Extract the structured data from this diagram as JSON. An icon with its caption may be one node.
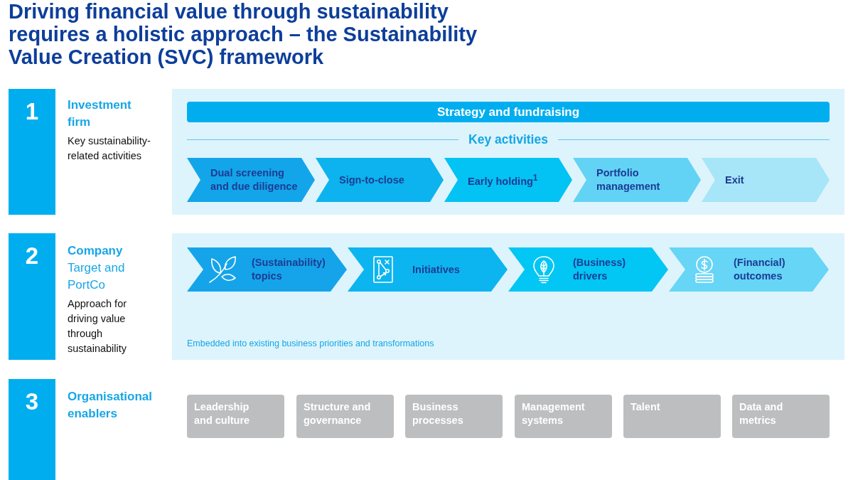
{
  "diagram": {
    "title": "Driving financial value through sustainability requires a holistic approach – the Sustainability Value Creation (SVC) framework",
    "nodes": [
      {
        "text": [
          "1"
        ],
        "beside": [
          "Investment firm",
          "Key sustainability-related activities"
        ]
      },
      {
        "text": [],
        "shape": "box"
      },
      {
        "text": [
          "Strategy and fundraising"
        ],
        "in": 1
      },
      {
        "text": [
          "Dual screening and due diligence"
        ],
        "in": 1
      },
      {
        "text": [
          "Sign-to-close"
        ],
        "in": 1
      },
      {
        "text": [
          "Early holding$^{1}$"
        ],
        "in": 1
      },
      {
        "text": [
          "Portfolio management"
        ],
        "in": 1
      },
      {
        "text": [
          "Exit"
        ],
        "in": 1
      },
      {
        "text": [
          "2"
        ],
        "beside": [
          "Company",
          "Target and PortCo",
          "Approach for driving value through sustainability"
        ]
      },
      {
        "text": [],
        "shape": "box"
      },
      {
        "text": [
          "(Sustainability) topics"
        ],
        "in": 9
      },
      {
        "text": [
          "Initiatives"
        ],
        "in": 9
      },
      {
        "text": [
          "(Business) drivers"
        ],
        "in": 9
      },
      {
        "text": [
          "(Financial) outcomes"
        ],
        "in": 9
      },
      {
        "text": [
          "3"
        ],
        "beside": [
          "Organisational enablers"
        ]
      },
      {
        "text": [
          "Leadership and culture"
        ]
      },
      {
        "text": [
          "Structure and governance"
        ]
      },
      {
        "text": [
          "Business processes"
        ]
      },
      {
        "text": [
          "Management systems"
        ]
      },
      {
        "text": [
          "Talent"
        ]
      },
      {
        "text": [
          "Data and metrics"
        ]
      }
    ],
    "labels": [
      "Key activities",
      "Embedded into existing business priorities and transformations"
    ]
  }
}
